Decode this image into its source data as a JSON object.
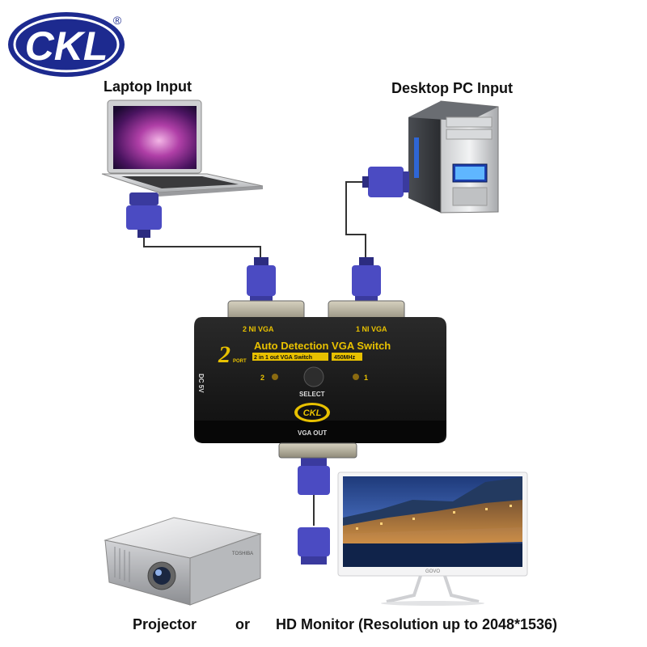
{
  "brand": {
    "logo_text": "CKL",
    "registered_mark": "®",
    "color_blue": "#1d2a8f",
    "color_yellow": "#f2c200"
  },
  "labels": {
    "laptop_input": "Laptop Input",
    "desktop_input": "Desktop PC Input",
    "projector": "Projector",
    "or": "or",
    "monitor": "HD Monitor (Resolution up to 2048*1536)"
  },
  "switch_box": {
    "port2_label": "2 NI VGA",
    "port1_label": "1 NI VGA",
    "big_number": "2",
    "port_word": "PORT",
    "title": "Auto Detection VGA Switch",
    "subtitle": "2 in 1 out VGA Switch",
    "frequency": "450MHz",
    "led2": "2",
    "led1": "1",
    "select_label": "SELECT",
    "dc_label": "DC 5V",
    "vga_out_label": "VGA OUT",
    "logo_text": "CKL"
  },
  "devices": {
    "projector_brand": "TOSHIBA",
    "monitor_brand": "GOVO"
  },
  "colors": {
    "connector": "#3a3a9e",
    "cable": "#333333",
    "switch_body": "#151515",
    "switch_text": "#e8c100"
  }
}
